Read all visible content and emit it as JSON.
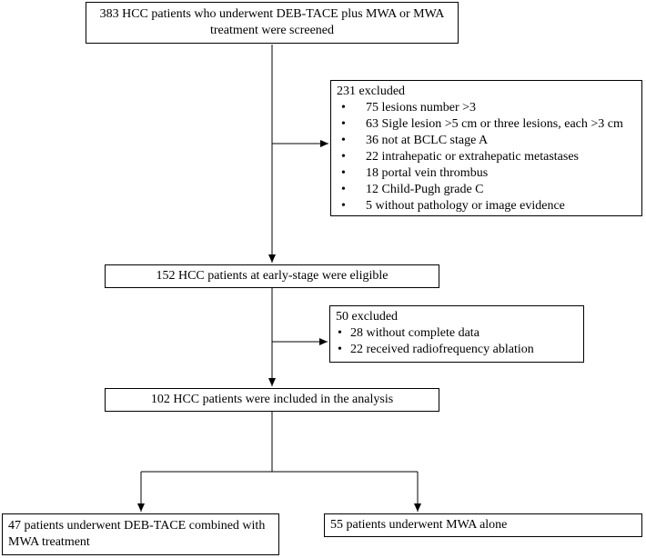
{
  "flowchart": {
    "screened": "383 HCC patients who underwent DEB-TACE plus MWA or MWA treatment were screened",
    "excluded1": {
      "header": "231 excluded",
      "items": [
        "75 lesions number >3",
        "63 Sigle lesion >5 cm or three lesions, each >3 cm",
        "36 not at BCLC stage A",
        "22 intrahepatic or extrahepatic metastases",
        "18 portal vein thrombus",
        "12 Child-Pugh grade C",
        "5 without pathology or image evidence"
      ]
    },
    "eligible": "152 HCC patients at early-stage were eligible",
    "excluded2": {
      "header": "50 excluded",
      "items": [
        "28 without complete data",
        "22 received radiofrequency ablation"
      ]
    },
    "included": "102 HCC patients were included in the analysis",
    "group_combined": "47 patients underwent DEB-TACE combined with MWA treatment",
    "group_mwa": "55 patients underwent MWA alone"
  }
}
